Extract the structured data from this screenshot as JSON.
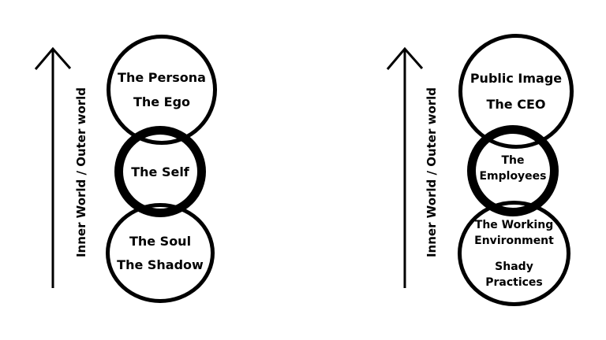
{
  "canvas": {
    "background": "#ffffff",
    "ink": "#000000"
  },
  "left_diagram": {
    "axis_label": "Inner World / Outer world",
    "top_circle": {
      "line1": "The Persona",
      "line2": "The Ego"
    },
    "middle_circle": {
      "line1": "The Self"
    },
    "bottom_circle": {
      "line1": "The Soul",
      "line2": "The Shadow"
    }
  },
  "right_diagram": {
    "axis_label": "Inner World / Outer world",
    "top_circle": {
      "line1": "Public Image",
      "line2": "The CEO"
    },
    "middle_circle": {
      "line1": "The",
      "line2": "Employees"
    },
    "bottom_circle": {
      "line1": "The Working",
      "line2": "Environment",
      "line3": "Shady",
      "line4": "Practices"
    }
  }
}
